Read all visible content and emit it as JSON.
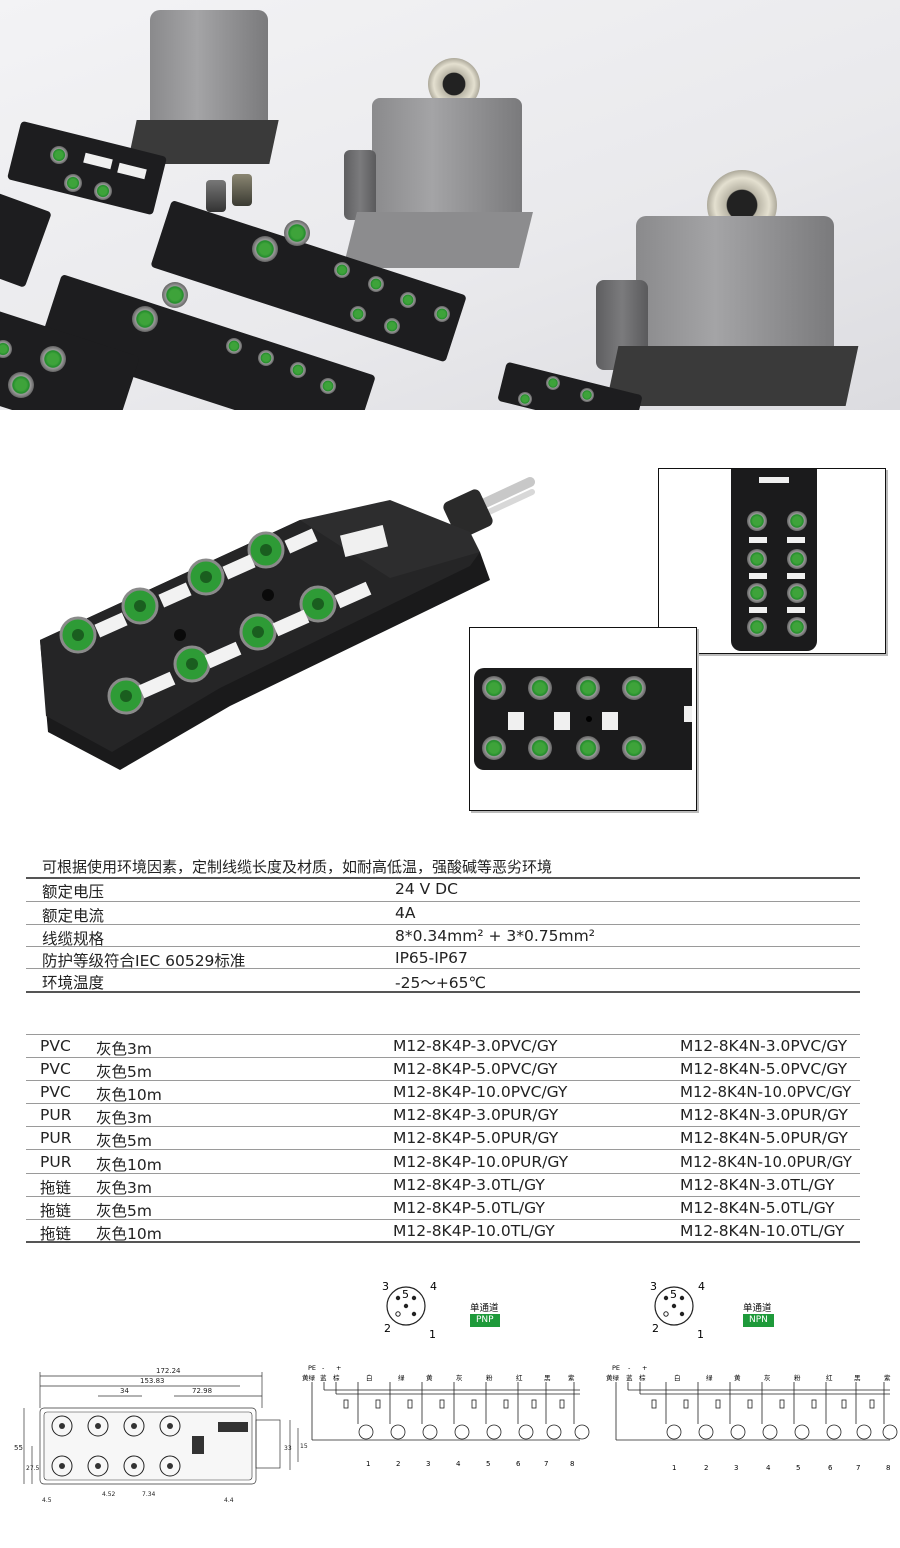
{
  "intro": "可根据使用环境因素，定制线缆长度及材质，如耐高低温，强酸碱等恶劣环境",
  "specs": [
    {
      "label": "额定电压",
      "value": "24 V DC"
    },
    {
      "label": "额定电流",
      "value": "4A"
    },
    {
      "label": "线缆规格",
      "value": "8*0.34mm² + 3*0.75mm²"
    },
    {
      "label": "防护等级符合IEC 60529标准",
      "value": "IP65-IP67"
    },
    {
      "label": "环境温度",
      "value": "-25～+65℃"
    }
  ],
  "models": [
    {
      "material": "PVC",
      "cable": "灰色3m",
      "pnp": "M12-8K4P-3.0PVC/GY",
      "npn": "M12-8K4N-3.0PVC/GY"
    },
    {
      "material": "PVC",
      "cable": "灰色5m",
      "pnp": "M12-8K4P-5.0PVC/GY",
      "npn": "M12-8K4N-5.0PVC/GY"
    },
    {
      "material": "PVC",
      "cable": "灰色10m",
      "pnp": "M12-8K4P-10.0PVC/GY",
      "npn": "M12-8K4N-10.0PVC/GY"
    },
    {
      "material": "PUR",
      "cable": "灰色3m",
      "pnp": "M12-8K4P-3.0PUR/GY",
      "npn": "M12-8K4N-3.0PUR/GY"
    },
    {
      "material": "PUR",
      "cable": "灰色5m",
      "pnp": "M12-8K4P-5.0PUR/GY",
      "npn": "M12-8K4N-5.0PUR/GY"
    },
    {
      "material": "PUR",
      "cable": "灰色10m",
      "pnp": "M12-8K4P-10.0PUR/GY",
      "npn": "M12-8K4N-10.0PUR/GY"
    },
    {
      "material": "拖链",
      "cable": "灰色3m",
      "pnp": "M12-8K4P-3.0TL/GY",
      "npn": "M12-8K4N-3.0TL/GY"
    },
    {
      "material": "拖链",
      "cable": "灰色5m",
      "pnp": "M12-8K4P-5.0TL/GY",
      "npn": "M12-8K4N-5.0TL/GY"
    },
    {
      "material": "拖链",
      "cable": "灰色10m",
      "pnp": "M12-8K4P-10.0TL/GY",
      "npn": "M12-8K4N-10.0TL/GY"
    }
  ],
  "pinout": {
    "pins": [
      "3",
      "5",
      "4",
      "2",
      "1"
    ],
    "channel_label": "单通道",
    "pnp_badge": "PNP",
    "npn_badge": "NPN"
  },
  "dimensions": {
    "overall": "172.24",
    "mid": "153.83",
    "pitch": "34",
    "offset": "72.98",
    "height": "55",
    "h2": "27.5",
    "d1": "4.52",
    "d2": "7.34",
    "d3": "4.4",
    "d4": "4.5",
    "d5": "33",
    "d6": "15"
  },
  "wiring": {
    "top_labels": [
      "PE",
      "-",
      "+"
    ],
    "wire_colors": [
      "黄绿",
      "蓝",
      "棕"
    ],
    "channel_colors": [
      "白",
      "绿",
      "黄",
      "灰",
      "粉",
      "红",
      "黑",
      "紫"
    ],
    "channel_numbers": [
      "1",
      "2",
      "3",
      "4",
      "5",
      "6",
      "7",
      "8"
    ],
    "pnp_channel_colors": [
      "白",
      "绿",
      "黄",
      "灰",
      "粉",
      "红",
      "黑",
      "紫"
    ]
  },
  "colors": {
    "accent_green": "#1e9a3a",
    "port_green": "#2e9b36",
    "housing": "#1b1b1c"
  }
}
